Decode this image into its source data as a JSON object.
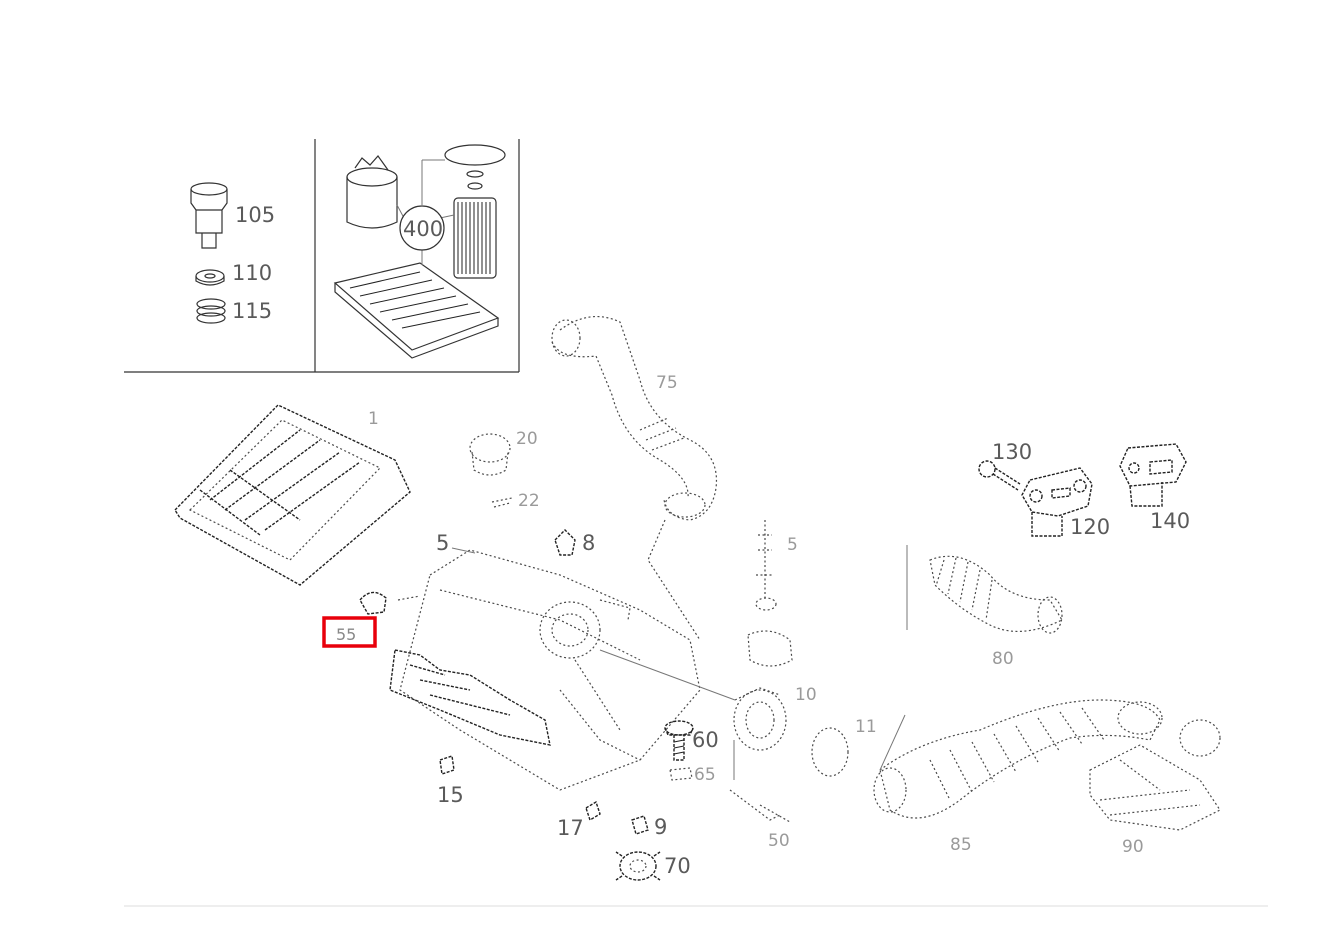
{
  "labels": {
    "p105": "105",
    "p110": "110",
    "p115": "115",
    "p400": "400",
    "p75": "75",
    "p20": "20",
    "p22": "22",
    "p5": "5",
    "p8": "8",
    "p55": "55",
    "p130": "130",
    "p120": "120",
    "p140": "140",
    "p60": "60",
    "p15": "15",
    "p17": "17",
    "p9": "9",
    "p70": "70"
  },
  "highlight_color": "#e8000b"
}
